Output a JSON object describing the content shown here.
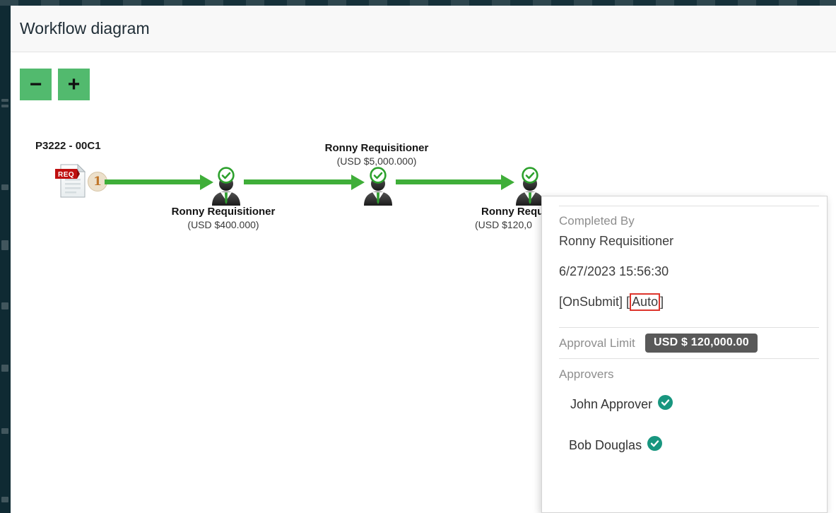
{
  "header": {
    "title": "Workflow diagram"
  },
  "controls": {
    "zoom_out_label": "−",
    "zoom_in_label": "+"
  },
  "diagram": {
    "requisition_label": "P3222 - 00C1",
    "document_tag": "REQ",
    "step_number": "1",
    "nodes": [
      {
        "name": "Ronny Requisitioner",
        "amount": "(USD $400.000)"
      },
      {
        "name": "Ronny Requisitioner",
        "amount": "(USD $5,000.000)"
      },
      {
        "name": "Ronny Requi",
        "amount": "(USD $120,0"
      }
    ]
  },
  "popup": {
    "completed_by_label": "Completed By",
    "completed_by_name": "Ronny Requisitioner",
    "completed_at": "6/27/2023 15:56:30",
    "trigger_prefix": "[OnSubmit] [",
    "trigger_highlight": "Auto",
    "trigger_suffix": "]",
    "approval_limit_label": "Approval Limit",
    "approval_limit_value": "USD $ 120,000.00",
    "approvers_label": "Approvers",
    "approvers": [
      {
        "name": "John Approver",
        "status": "approved"
      },
      {
        "name": "Bob Douglas",
        "status": "approved"
      }
    ]
  },
  "colors": {
    "accent_green": "#52ba6e",
    "arrow_green": "#3fae39",
    "check_ring_green": "#2da12d",
    "approval_badge_gray": "#595959",
    "approved_teal": "#18967f",
    "highlight_red": "#dd352c"
  }
}
